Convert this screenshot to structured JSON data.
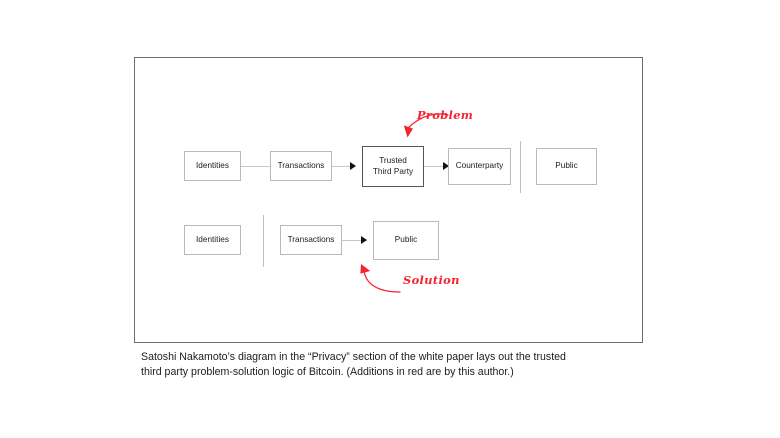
{
  "figure": {
    "frame": {
      "border_color": "#6e6e6e"
    },
    "annotation_color": "#f5232f",
    "rows": [
      {
        "id": "problem-row",
        "nodes": [
          {
            "id": "row1-identities",
            "label": "Identities",
            "emphasis": false
          },
          {
            "id": "row1-transactions",
            "label": "Transactions",
            "emphasis": false
          },
          {
            "id": "row1-trusted-third-party",
            "label": "Trusted\nThird Party",
            "emphasis": true
          },
          {
            "id": "row1-counterparty",
            "label": "Counterparty",
            "emphasis": false
          },
          {
            "id": "row1-public",
            "label": "Public",
            "emphasis": false
          }
        ]
      },
      {
        "id": "solution-row",
        "nodes": [
          {
            "id": "row2-identities",
            "label": "Identities",
            "emphasis": false
          },
          {
            "id": "row2-transactions",
            "label": "Transactions",
            "emphasis": false
          },
          {
            "id": "row2-public",
            "label": "Public",
            "emphasis": false
          }
        ]
      }
    ],
    "annotations": [
      {
        "id": "problem-annotation",
        "label": "Problem",
        "points_to": "row1-trusted-third-party"
      },
      {
        "id": "solution-annotation",
        "label": "Solution",
        "points_to": "row2-public"
      }
    ]
  },
  "caption": {
    "line1": "Satoshi Nakamoto’s diagram in the “Privacy” section of the white paper lays out the trusted",
    "line2": "third party problem-solution logic of Bitcoin. (Additions in red are by this author.)"
  }
}
